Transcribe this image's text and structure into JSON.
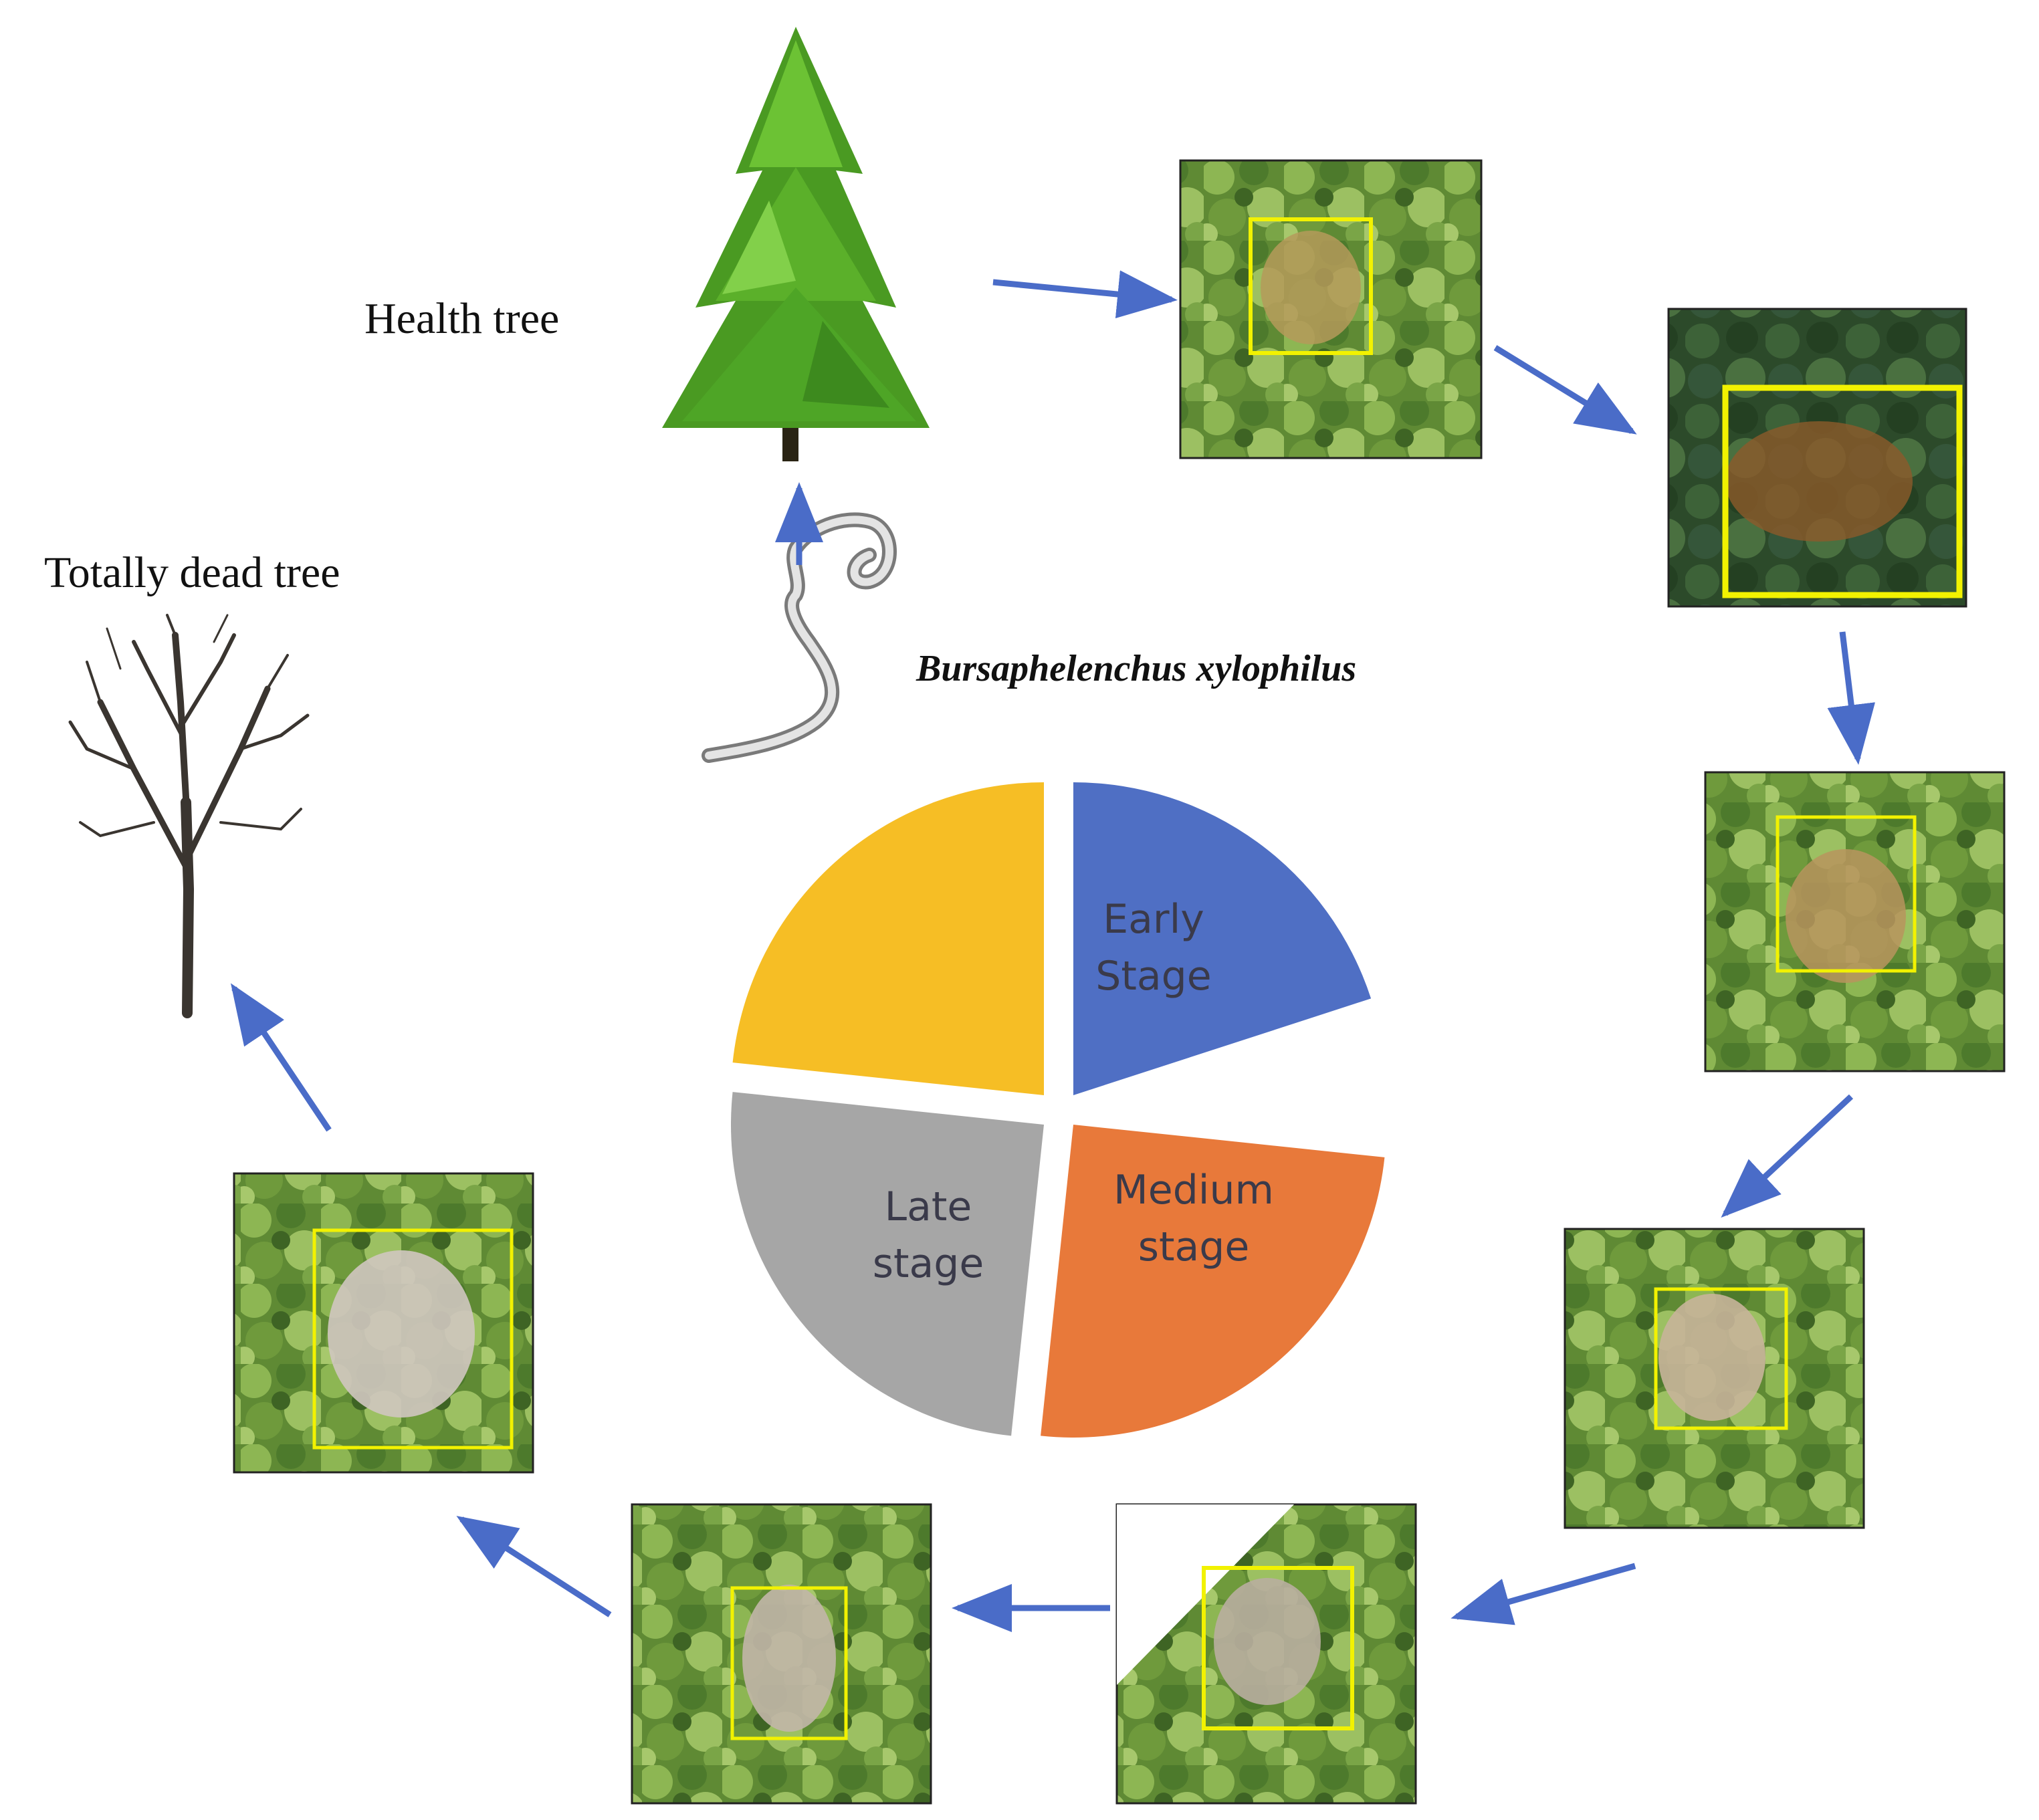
{
  "labels": {
    "health_tree": "Health tree",
    "dead_tree": "Totally dead tree",
    "pathogen": "Bursaphelenchus xylophilus"
  },
  "pie": {
    "segments": [
      {
        "line1": "Early",
        "line2": "Stage",
        "color": "#4f6fc4"
      },
      {
        "line1": "Medium",
        "line2": "stage",
        "color": "#e8793a"
      },
      {
        "line1": "Late",
        "line2": "stage",
        "color": "#a6a6a6"
      },
      {
        "line1": "",
        "line2": "",
        "color": "#f6be25"
      }
    ]
  },
  "colors": {
    "arrow": "#4a6cc8",
    "highlight_box": "#f2f200",
    "canopy": "#6f9a3c"
  },
  "icons": [
    "healthy-tree-icon",
    "dead-tree-icon",
    "nematode-icon"
  ]
}
